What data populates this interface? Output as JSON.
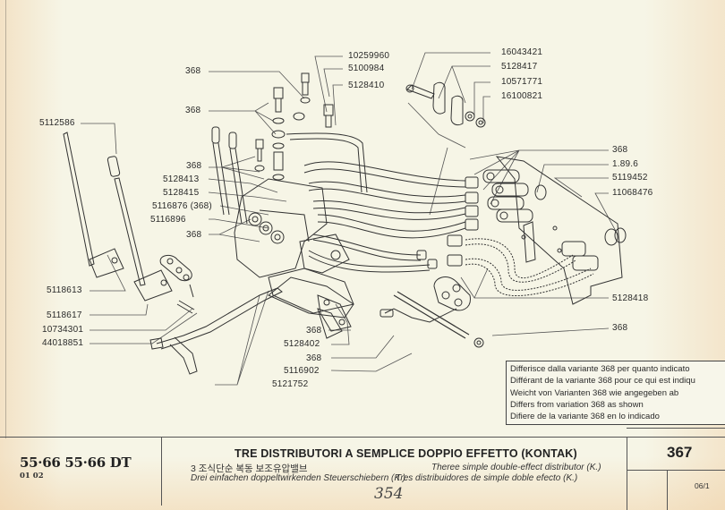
{
  "diagram": {
    "title": "Tre distributori a semplice doppio effetto (Kontak) — exploded parts view",
    "part_labels": {
      "p_368_top": "368",
      "p_10259960": "10259960",
      "p_5100984": "5100984",
      "p_5128410": "5128410",
      "p_368_mid": "368",
      "p_5112586": "5112586",
      "p_368_a": "368",
      "p_5128413": "5128413",
      "p_5128415": "5128415",
      "p_5116876": "5116876 (368)",
      "p_5116896": "5116896",
      "p_368_b": "368",
      "p_5118613": "5118613",
      "p_5118617": "5118617",
      "p_10734301": "10734301",
      "p_44018851": "44018851",
      "p_368_c": "368",
      "p_5128402": "5128402",
      "p_368_d": "368",
      "p_5116902": "5116902",
      "p_5121752": "5121752",
      "p_16043421": "16043421",
      "p_5128417": "5128417",
      "p_10571771": "10571771",
      "p_16100821": "16100821",
      "p_368_r1": "368",
      "p_1896": "1.89.6",
      "p_5119452": "5119452",
      "p_11068476": "11068476",
      "p_5128418": "5128418",
      "p_368_r2": "368"
    },
    "note_lines": [
      "Differisce dalla variante 368 per quanto indicato",
      "Différant de la variante 368 pour ce qui est indiqu",
      "Weicht von Varianten 368 wie angegeben ab",
      "Differs from variation 368 as shown",
      "Difiere de la variante 368 en lo indicado"
    ]
  },
  "footer": {
    "models": "55·66  55·66 DT",
    "model_code": "01 02",
    "title_it": "TRE DISTRIBUTORI A SEMPLICE DOPPIO EFFETTO (KONTAK)",
    "title_ko": "3 조식단순 복동 보조유압밸브",
    "title_de": "Drei einfachen doppeltwirkenden Steuerschiebern (K.)",
    "title_en": "Theree simple double-effect distributor (K.)",
    "title_es": "Tres distribuidores de simple doble efecto (K.)",
    "page_number": "367",
    "page_code": "06/1",
    "handwritten_note": "354"
  },
  "colors": {
    "paper": "#f6f5e6",
    "ink": "#2a2a2a"
  }
}
